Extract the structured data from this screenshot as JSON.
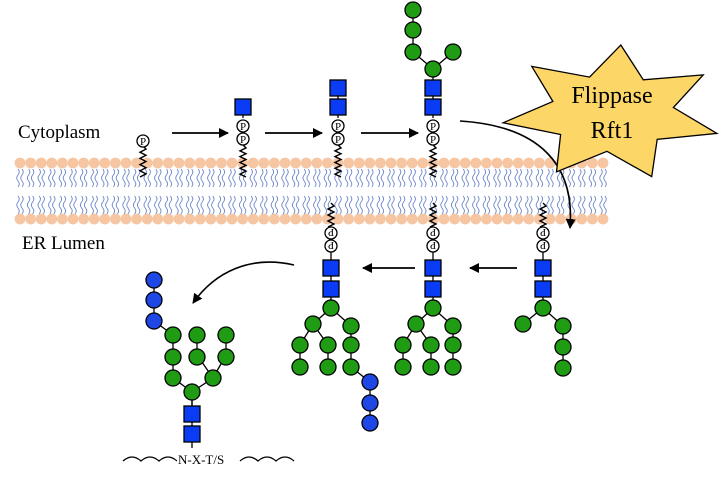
{
  "labels": {
    "cytoplasm": "Cytoplasm",
    "er_lumen": "ER Lumen",
    "flippase_line1": "Flippase",
    "flippase_line2": "Rft1",
    "sequon": "N-X-T/S",
    "phosphate": "P"
  },
  "colors": {
    "glcnac": "#0a3cf5",
    "mannose": "#1f9c13",
    "glucose": "#1f47e6",
    "flippase_fill": "#fcd666",
    "lipid_head": "#f6c6a2",
    "lipid_tail": "#6b86c9",
    "stroke": "#000000"
  },
  "legend_semantics": {
    "blue_square": "GlcNAc",
    "green_circle": "Mannose",
    "blue_circle": "Glucose",
    "P_circle": "Phosphate",
    "zigzag": "Dolichol"
  },
  "stages": [
    {
      "name": "dolichol-phosphate",
      "side": "cytoplasm",
      "phosphates": 1,
      "glcnac": 0,
      "mannose": 0,
      "glucose": 0
    },
    {
      "name": "dol-pp-glcnac1",
      "side": "cytoplasm",
      "phosphates": 2,
      "glcnac": 1,
      "mannose": 0,
      "glucose": 0
    },
    {
      "name": "dol-pp-glcnac2",
      "side": "cytoplasm",
      "phosphates": 2,
      "glcnac": 2,
      "mannose": 0,
      "glucose": 0
    },
    {
      "name": "dol-pp-glcnac2-man5",
      "side": "cytoplasm",
      "phosphates": 2,
      "glcnac": 2,
      "mannose": 5,
      "glucose": 0
    },
    {
      "name": "flipped-man5",
      "side": "lumen",
      "phosphates": 2,
      "glcnac": 2,
      "mannose": 5,
      "glucose": 0
    },
    {
      "name": "lumen-man9",
      "side": "lumen",
      "phosphates": 2,
      "glcnac": 2,
      "mannose": 9,
      "glucose": 0
    },
    {
      "name": "lumen-glc3-man9",
      "side": "lumen",
      "phosphates": 2,
      "glcnac": 2,
      "mannose": 9,
      "glucose": 3
    },
    {
      "name": "protein-attached-glycan",
      "side": "lumen",
      "phosphates": 0,
      "glcnac": 2,
      "mannose": 9,
      "glucose": 3
    }
  ]
}
